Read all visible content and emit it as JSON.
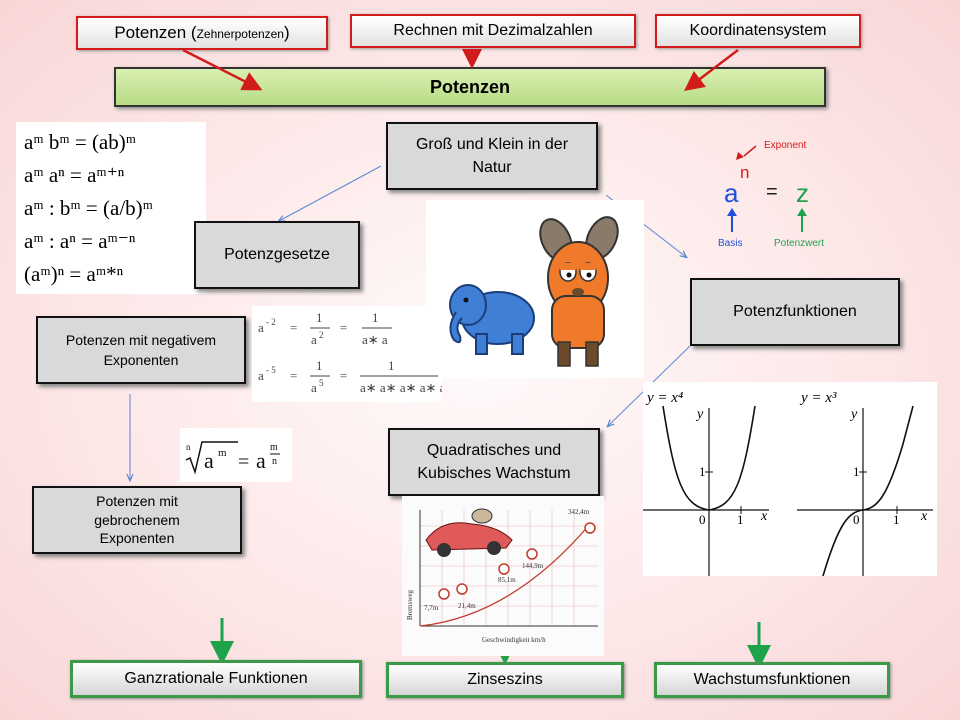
{
  "top": {
    "potenzen_main": "Potenzen (",
    "potenzen_sub": "Zehnerpotenzen",
    "potenzen_close": ")",
    "dezimal": "Rechnen mit Dezimalzahlen",
    "koordinaten": "Koordinatensystem"
  },
  "title": "Potenzen",
  "nodes": {
    "natur": "Groß und Klein in der Natur",
    "gesetze": "Potenzgesetze",
    "funktionen": "Potenzfunktionen",
    "negativ": "Potenzen mit negativem Exponenten",
    "gebrochen": "Potenzen mit gebrochenem Exponenten",
    "wachstum": "Quadratisches und Kubisches Wachstum"
  },
  "bottom": {
    "ganzrational": "Ganzrationale Funktionen",
    "zinseszins": "Zinseszins",
    "wachstumsfunktionen": "Wachstumsfunktionen"
  },
  "formulas": {
    "laws": [
      "aᵐ bᵐ = (ab)ᵐ",
      "aᵐ aⁿ = aᵐ⁺ⁿ",
      "aᵐ : bᵐ = (a/b)ᵐ",
      "aᵐ : aⁿ = aᵐ⁻ⁿ",
      "(aᵐ)ⁿ = aᵐ*ⁿ"
    ]
  },
  "notation": {
    "base": "a",
    "exp": "n",
    "eq": "=",
    "result": "z",
    "exponent_label": "Exponent",
    "basis_label": "Basis",
    "potenzwert_label": "Potenzwert"
  },
  "graphs": {
    "left_title": "y = x⁴",
    "right_title": "y = x³",
    "y": "y",
    "x": "x",
    "zero": "0",
    "one": "1"
  },
  "braking": {
    "xlabel": "Geschwindigkeit  km/h",
    "ylabel": "Bremsweg",
    "labels": [
      "7,7m",
      "21,4m",
      "85,1m",
      "144,9m",
      "342,4m"
    ]
  },
  "colors": {
    "red": "#d21c1c",
    "green": "#1ea34a",
    "blue": "#5b86d6",
    "title_green": "#c6e39a"
  }
}
